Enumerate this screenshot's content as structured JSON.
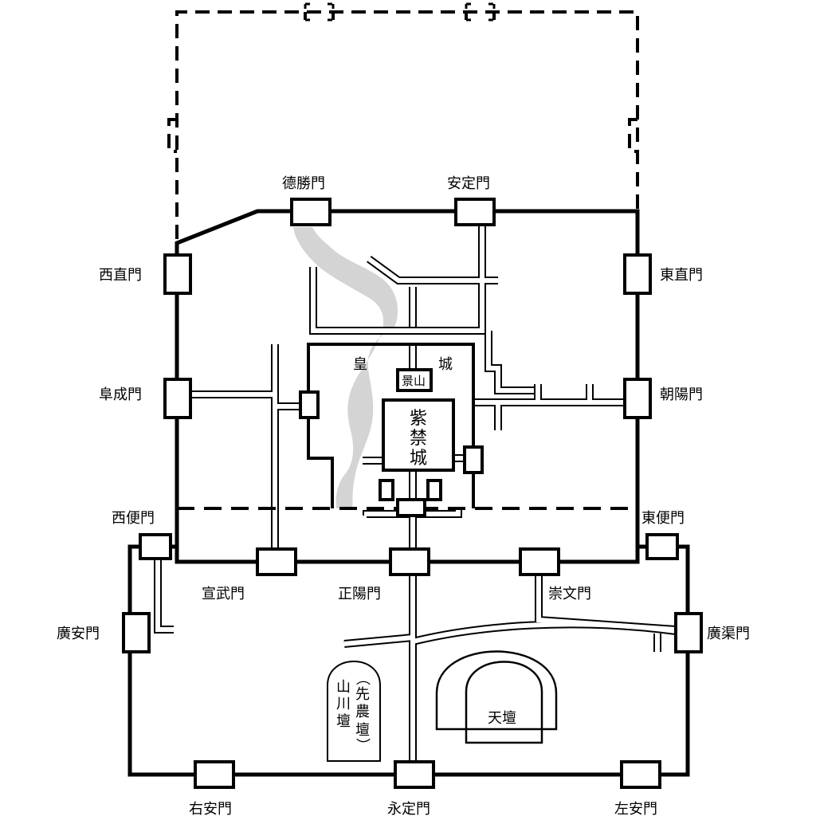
{
  "title_areas": {
    "imperial_city_1": "皇",
    "imperial_city_2": "城",
    "jingshan": "景山",
    "forbidden_city": [
      "紫",
      "禁",
      "城"
    ],
    "temple_of_heaven": "天壇",
    "shanchuan_altar": [
      "山",
      "川",
      "壇"
    ],
    "xiannong_altar": [
      "︵",
      "先",
      "農",
      "壇",
      "︶"
    ]
  },
  "gates": {
    "deshengmen": "德勝門",
    "andingmen": "安定門",
    "xizhimen": "西直門",
    "dongzhimen": "東直門",
    "fuchengmen": "阜成門",
    "chaoyangmen": "朝陽門",
    "xibianmen": "西便門",
    "dongbianmen": "東便門",
    "xuanwumen": "宣武門",
    "zhengyangmen": "正陽門",
    "chongwenmen": "崇文門",
    "guanganmen": "廣安門",
    "guangqumen": "廣渠門",
    "youanmen": "右安門",
    "yongdingmen": "永定門",
    "zuoanmen": "左安門"
  },
  "colors": {
    "wall": "#000000",
    "lake": "#d4d4d4",
    "background": "#ffffff"
  }
}
